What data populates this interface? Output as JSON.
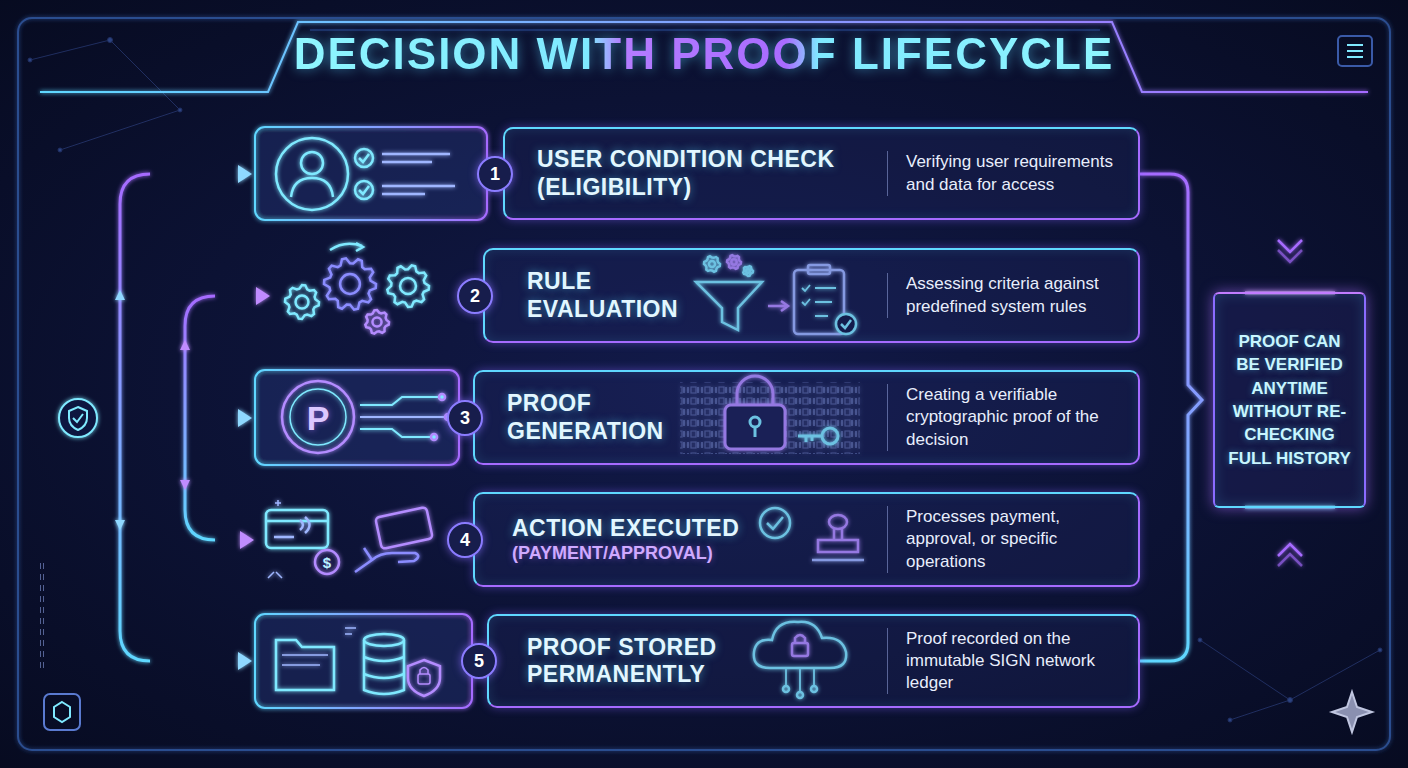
{
  "diagram": {
    "title": "DECISION WITH PROOF LIFECYCLE",
    "nodes": [
      {
        "text": [
          "USER CONDITION CHECK (ELIGIBILITY)",
          "Verifying user requirements and data for access"
        ]
      },
      {
        "text": [
          "1"
        ],
        "in": 0
      },
      {
        "text": [
          "RULE EVALUATION",
          "Assessing criteria against predefined system rules"
        ]
      },
      {
        "text": [
          "2"
        ],
        "in": 2
      },
      {
        "text": [
          "PROOF GENERATION",
          "Creating a verifiable cryptographic proof of the decision"
        ]
      },
      {
        "text": [
          "3"
        ],
        "in": 4
      },
      {
        "text": [
          "ACTION EXECUTED",
          "(PAYMENT/APPROVAL)",
          "Processes payment, approval, or specific operations"
        ]
      },
      {
        "text": [
          "4"
        ],
        "in": 6
      },
      {
        "text": [
          "PROOF STORED PERMANENTLY",
          "Proof recorded on the immutable SIGN network ledger"
        ]
      },
      {
        "text": [
          "5"
        ],
        "in": 8
      },
      {
        "text": [
          "PROOF CAN BE VERIFIED ANYTIME WITHOUT RE-CHECKING FULL HISTORY"
        ]
      }
    ],
    "labels": [
      "P",
      "$"
    ]
  }
}
